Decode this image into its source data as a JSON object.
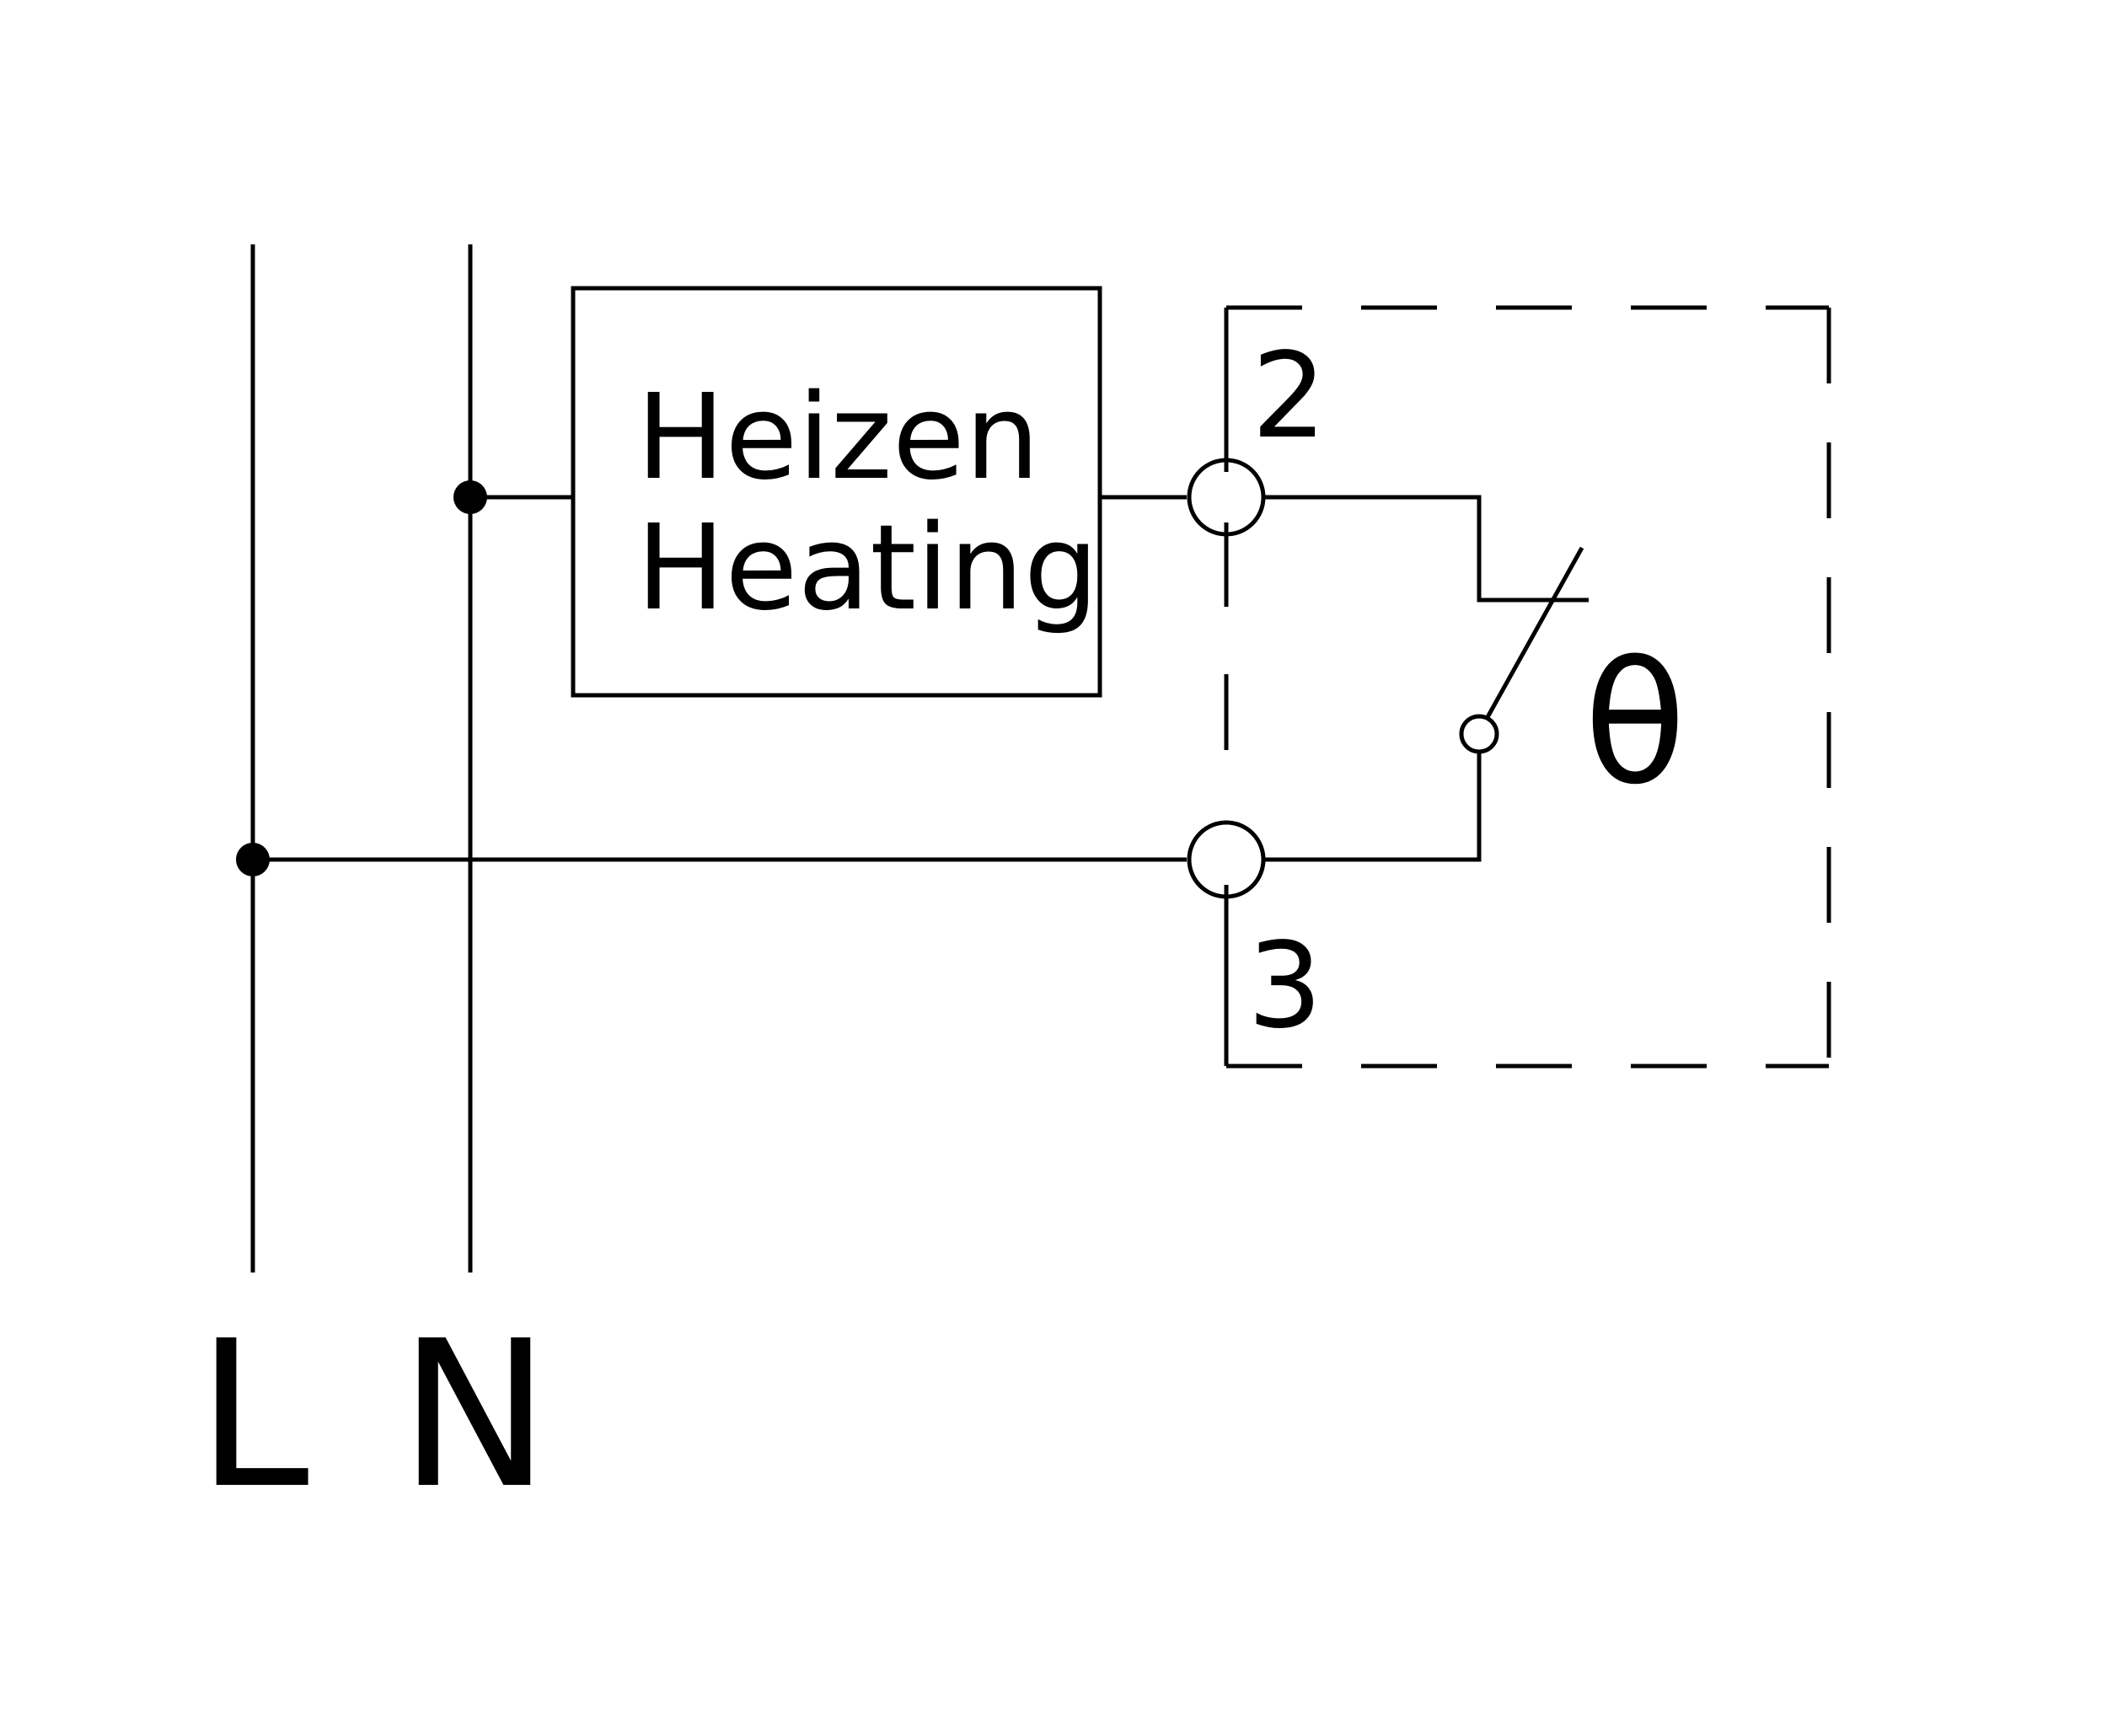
{
  "diagram": {
    "heater": {
      "label_de": "Heizen",
      "label_en": "Heating"
    },
    "terminals": {
      "top": "2",
      "bottom": "3"
    },
    "rails": {
      "line": "L",
      "neutral": "N"
    },
    "thermostat_symbol": "θ"
  },
  "colors": {
    "ink": "#000000",
    "background": "#ffffff"
  }
}
